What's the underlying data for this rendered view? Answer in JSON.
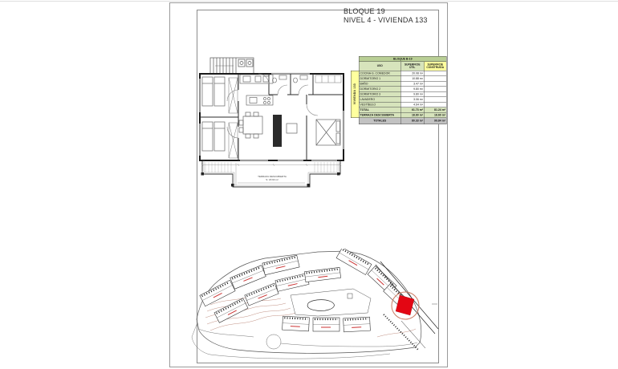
{
  "title": {
    "line1": "BLOQUE 19",
    "line2": "NIVEL 4 - VIVIENDA 133"
  },
  "area_table": {
    "block_header": "BLOQUE B-19",
    "vertical_label": "VIVIENDA 133",
    "col_uso": "USO",
    "col_util": "SUPERFICIE ÚTIL",
    "col_construida": "SUPERFICIE CONSTRUIDA",
    "rows": [
      {
        "uso": "COCINA-S. COMEDOR",
        "util": "20.08 m²"
      },
      {
        "uso": "DORMITORIO 1",
        "util": "10.88 m²"
      },
      {
        "uso": "BAÑO",
        "util": "3.47 m²"
      },
      {
        "uso": "DORMITORIO 2",
        "util": "9.80 m²"
      },
      {
        "uso": "DORMITORIO 3",
        "util": "9.80 m²"
      },
      {
        "uso": "LAVADERO",
        "util": "3.06 m²"
      },
      {
        "uso": "VESTÍBULO",
        "util": "4.64 m²"
      }
    ],
    "total_label": "TOTAL",
    "total_util": "61.73 m²",
    "total_construida": "81.24 m²",
    "terraza_label": "TERRAZA DESCUBIERTA",
    "terraza_util": "18.60 m²",
    "terraza_construida": "18.60 m²",
    "totales_label": "TOTALES",
    "totales_util": "80.33 m²",
    "totales_construida": "99.84 m²"
  },
  "floor_plan": {
    "terrace_label": "TERRAZA DESCUBIERTA",
    "terrace_area": "S: 18.60 m²"
  },
  "site_plan": {
    "highlight_color": "#e30613",
    "circle_color": "#c97b63",
    "contour_color": "#b98273"
  },
  "colors": {
    "table_green_dark": "#b9cf95",
    "table_green": "#d7e4bc",
    "table_yellow": "#ffff9e",
    "table_gray": "#c2c2c2",
    "frame_gray": "#9a9a9a"
  }
}
